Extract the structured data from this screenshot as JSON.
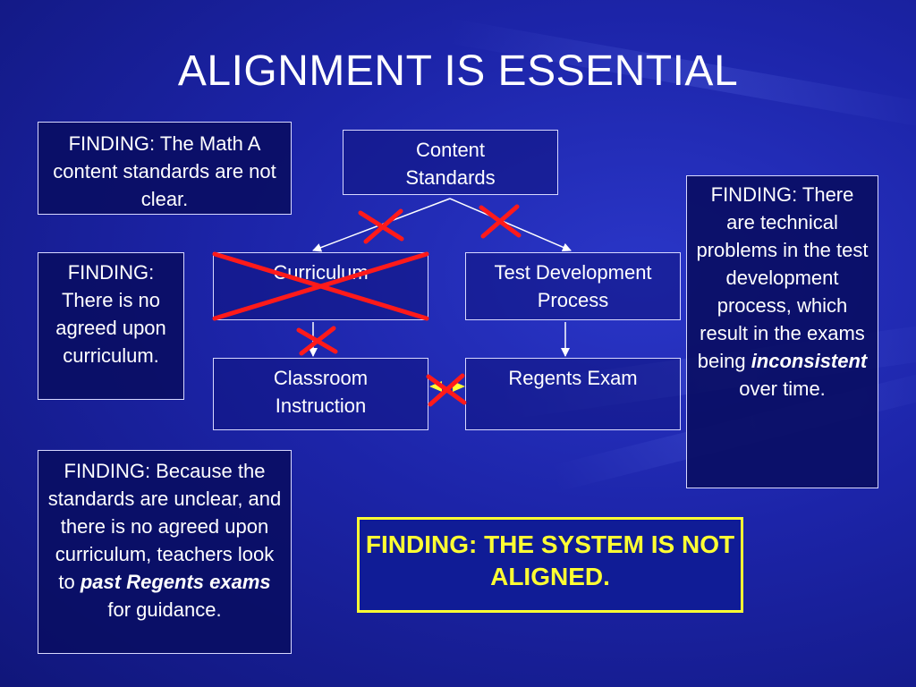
{
  "title": "ALIGNMENT IS ESSENTIAL",
  "findings": {
    "math_a": "FINDING:  The Math A content standards are not clear.",
    "curriculum": "FINDING: There is no agreed upon curriculum.",
    "technical_pre": "FINDING: There are technical problems in the test development process, which result in the exams being",
    "technical_em": "inconsistent",
    "technical_post": "over time.",
    "guidance_pre": "FINDING:  Because the standards are unclear, and there is no agreed upon curriculum, teachers look to",
    "guidance_em": "past Regents exams",
    "guidance_post": "for guidance."
  },
  "nodes": {
    "content_standards": "Content Standards",
    "curriculum": "Curriculum",
    "test_development": "Test Development Process",
    "classroom_instruction": "Classroom Instruction",
    "regents_exam": "Regents Exam"
  },
  "system_finding": "FINDING:  THE SYSTEM IS NOT ALIGNED.",
  "colors": {
    "background": "#1c24a8",
    "cross": "#ff1a1a",
    "highlight": "#ffff33",
    "text": "#ffffff"
  }
}
